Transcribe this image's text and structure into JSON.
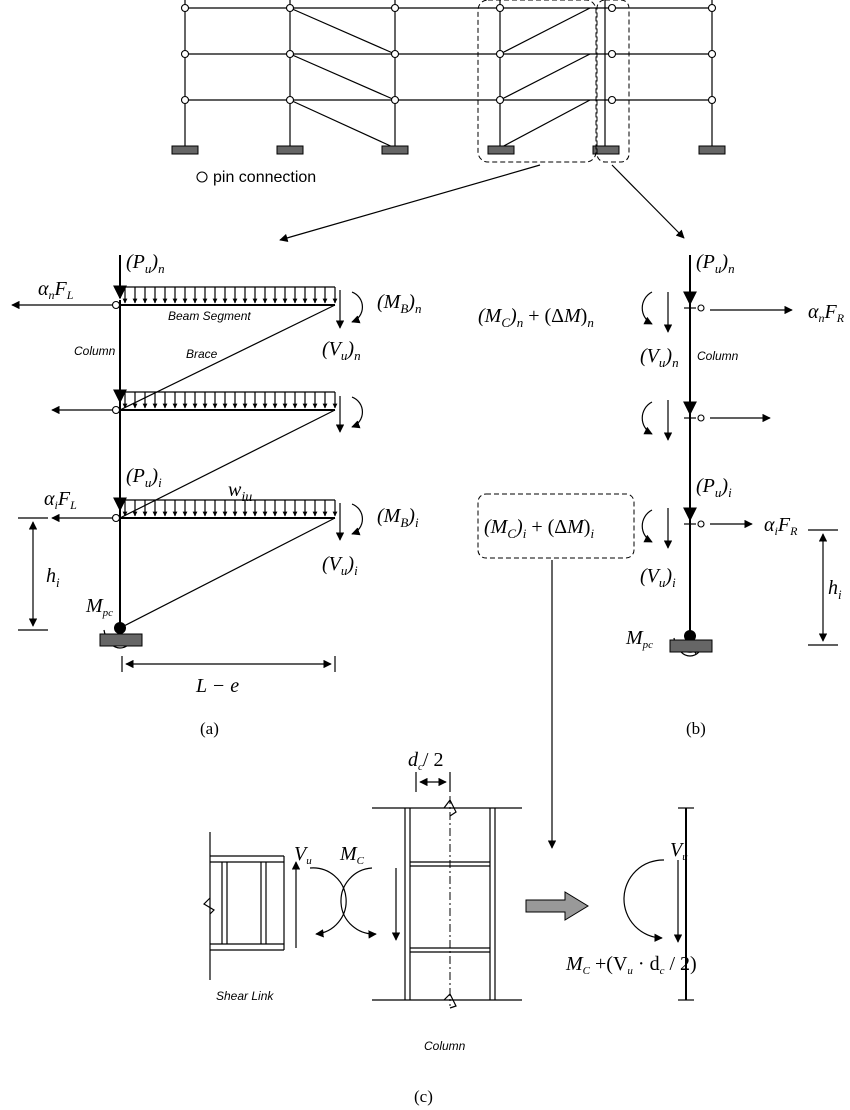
{
  "top_frame": {
    "legend": "pin connection"
  },
  "panel_a": {
    "label_Pn": "(P",
    "label_Pn_sub": "u",
    "label_Pn_end": ")",
    "label_Pn_n": "n",
    "label_aFL_n": "α",
    "label_beam_segment": "Beam Segment",
    "label_column": "Column",
    "label_brace": "Brace",
    "label_w": "w",
    "label_w_sub": "iu",
    "label_h": "h",
    "label_h_sub": "i",
    "label_Mpc": "M",
    "label_Mpc_sub": "pc",
    "label_Le": "L − e",
    "caption": "(a)"
  },
  "panel_b": {
    "label_column": "Column",
    "caption": "(b)"
  },
  "panel_c": {
    "label_dc": "d",
    "label_dc_sub": "c",
    "label_dc_end": "/ 2",
    "label_shear_link": "Shear Link",
    "label_column": "Column",
    "label_Vu": "V",
    "label_Vu_sub": "u",
    "label_Mc": "M",
    "label_Mc_sub": "C",
    "label_result": "M",
    "label_result_sub": "C",
    "label_result_rest": " +(V",
    "label_result_sub2": "u",
    "label_result_rest2": " · d",
    "label_result_sub3": "c",
    "label_result_end": " / 2)",
    "caption": "(c)"
  }
}
